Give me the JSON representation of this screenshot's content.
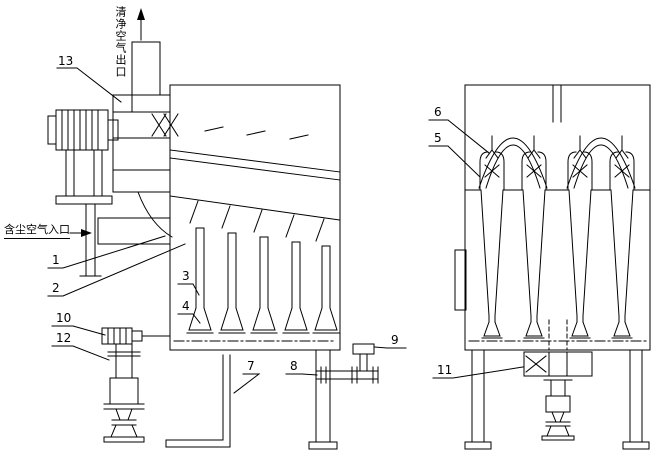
{
  "labels": {
    "clean_air_outlet": "清净空气出口",
    "dust_air_inlet": "含尘空气入口"
  },
  "callouts": {
    "n1": "1",
    "n2": "2",
    "n3": "3",
    "n4": "4",
    "n5": "5",
    "n6": "6",
    "n7": "7",
    "n8": "8",
    "n9": "9",
    "n10": "10",
    "n11": "11",
    "n12": "12",
    "n13": "13"
  },
  "colors": {
    "line": "#000000",
    "background": "#ffffff"
  }
}
